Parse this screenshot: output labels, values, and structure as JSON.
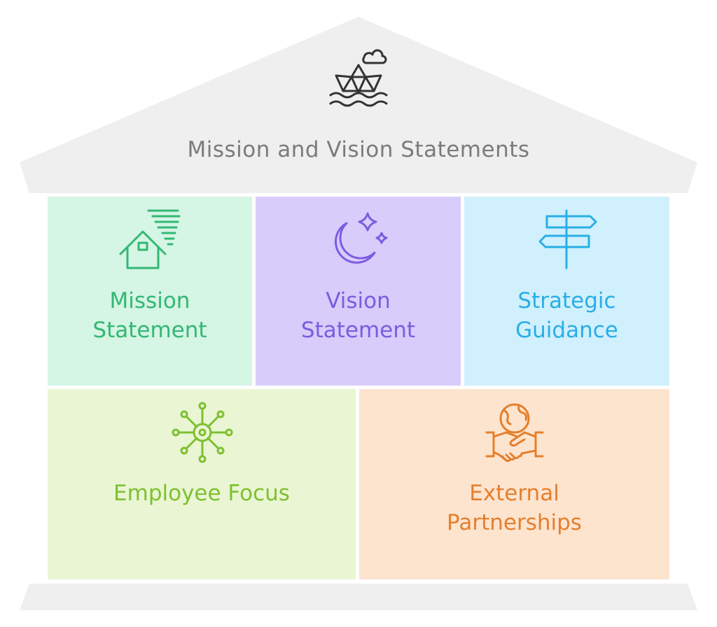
{
  "header": {
    "title": "Mission and Vision Statements",
    "icon": "paper-boat-icon"
  },
  "pillars": [
    {
      "id": "mission",
      "label": "Mission\nStatement",
      "icon": "house-icon",
      "bg": "#d5f5e5",
      "color": "#33b873"
    },
    {
      "id": "vision",
      "label": "Vision\nStatement",
      "icon": "moon-stars-icon",
      "bg": "#d8ccfb",
      "color": "#7c5ce0"
    },
    {
      "id": "strategic",
      "label": "Strategic\nGuidance",
      "icon": "signpost-icon",
      "bg": "#d0f0fd",
      "color": "#29aee6"
    },
    {
      "id": "employee",
      "label": "Employee Focus",
      "icon": "network-gear-icon",
      "bg": "#eaf6d3",
      "color": "#7ec030"
    },
    {
      "id": "external",
      "label": "External\nPartnerships",
      "icon": "handshake-globe-icon",
      "bg": "#fde4cf",
      "color": "#e57f2c"
    }
  ],
  "colors": {
    "roof": "#efefef",
    "base": "#efefef",
    "icon_dark": "#333333"
  }
}
